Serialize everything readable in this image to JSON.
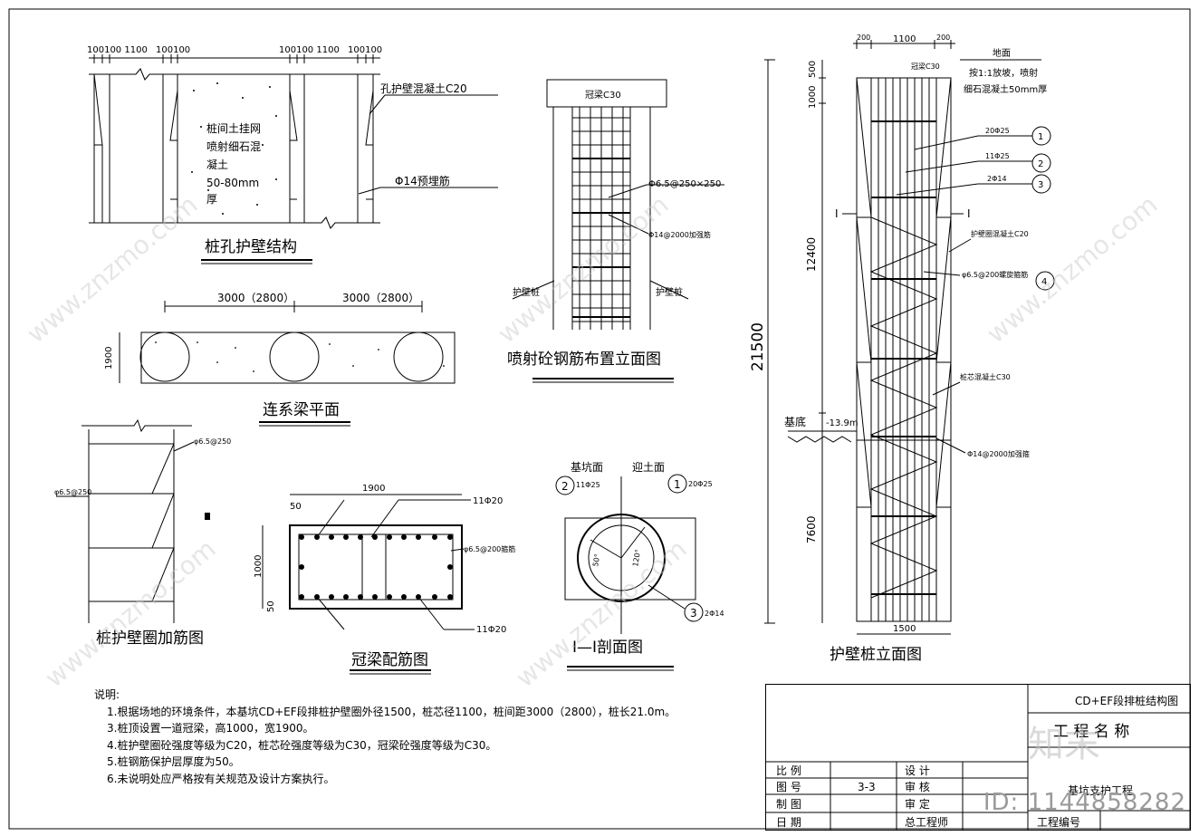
{
  "drawing_titles": {
    "pile_hole_wall": "桩孔护壁结构",
    "tie_beam_plan": "连系梁平面",
    "shotcrete_elev": "喷射砼钢筋布置立面图",
    "pile_elevation": "护壁桩立面图",
    "wall_ring_rebar": "桩护壁圈加筋图",
    "crown_beam_rebar": "冠梁配筋图",
    "section_1_1": "I—I剖面图"
  },
  "pile_hole_wall": {
    "dims_left": "100100 1100",
    "dims_left2": "100100",
    "dims_right": "100100 1100",
    "dims_right2": "100100",
    "label_wall_concrete": "孔护壁混凝土C20",
    "label_between": [
      "桩间土挂网",
      "喷射细石混",
      "凝土",
      "50-80mm",
      "厚"
    ],
    "label_embed": "Φ14预埋筋"
  },
  "tie_beam": {
    "dim1": "3000（2800）",
    "dim2": "3000（2800）",
    "height": "1900"
  },
  "shotcrete": {
    "crown": "冠梁C30",
    "mesh": "Φ6.5@250×250",
    "strengthen": "Φ14@2000加强筋",
    "left_pile": "护壁桩",
    "right_pile": "护壁桩"
  },
  "wall_ring": {
    "label_a": "φ6.5@250",
    "label_b": "φ6.5@250"
  },
  "crown_beam": {
    "width": "1900",
    "height": "1000",
    "cover_top": "50",
    "cover_bottom": "50",
    "top_bars": "11Φ20",
    "bottom_bars": "11Φ20",
    "stirrup": "φ6.5@200箍筋"
  },
  "section_1_1": {
    "pit_side": "基坑面",
    "soil_side": "迎土面",
    "tag2": "2",
    "tag2_text": "11Φ25",
    "tag1": "1",
    "tag1_text": "20Φ25",
    "tag3": "3",
    "tag3_text": "2Φ14",
    "angle_a": "50°",
    "angle_b": "120°"
  },
  "pile_elevation": {
    "top_dims": [
      "200",
      "1100",
      "200"
    ],
    "ground": "地面",
    "crown": "冠梁C30",
    "slope_note": [
      "按1:1放坡，喷射",
      "细石混凝土50mm厚"
    ],
    "dim_top": "1000",
    "dim_top2": "500",
    "dim_mid": "12400",
    "dim_total": "21500",
    "dim_bottom": "7600",
    "bars": [
      {
        "tag": "1",
        "text": "20Φ25"
      },
      {
        "tag": "2",
        "text": "11Φ25"
      },
      {
        "tag": "3",
        "text": "2Φ14"
      },
      {
        "tag": "4",
        "text": "φ6.5@200螺旋箍筋"
      }
    ],
    "ring_concrete": "护壁圈混凝土C20",
    "core_concrete": "桩芯混凝土C30",
    "strengthen": "Φ14@2000加强箍",
    "base": "基底",
    "base_level": "-13.9m",
    "section_mark": "I",
    "bottom_dim": "1500"
  },
  "notes": {
    "heading": "说明:",
    "items": [
      "1.根据场地的环境条件，本基坑CD+EF段排桩护壁圈外径1500，桩芯径1100，桩间距3000（2800），桩长21.0m。",
      "3.桩顶设置一道冠梁，高1000，宽1900。",
      "4.桩护壁圈砼强度等级为C20，桩芯砼强度等级为C30，冠梁砼强度等级为C30。",
      "5.桩钢筋保护层厚度为50。",
      "6.未说明处应严格按有关规范及设计方案执行。"
    ]
  },
  "title_block": {
    "drawing_name": "CD+EF段排桩结构图",
    "project_name_label": "工  程  名  称",
    "rows": [
      {
        "k": "比    例",
        "v": "",
        "k2": "设     计",
        "v2": ""
      },
      {
        "k": "图    号",
        "v": "3-3",
        "k2": "审     核",
        "v2": ""
      },
      {
        "k": "制    图",
        "v": "",
        "k2": "审     定",
        "v2": ""
      },
      {
        "k": "日    期",
        "v": "",
        "k2": "总工程师",
        "v2": ""
      }
    ],
    "project": "基坑支护工程",
    "project_no_label": "工程编号"
  },
  "watermark": {
    "text": "www.znzmo.com",
    "logo": "知末",
    "id": "ID: 1144858282"
  }
}
